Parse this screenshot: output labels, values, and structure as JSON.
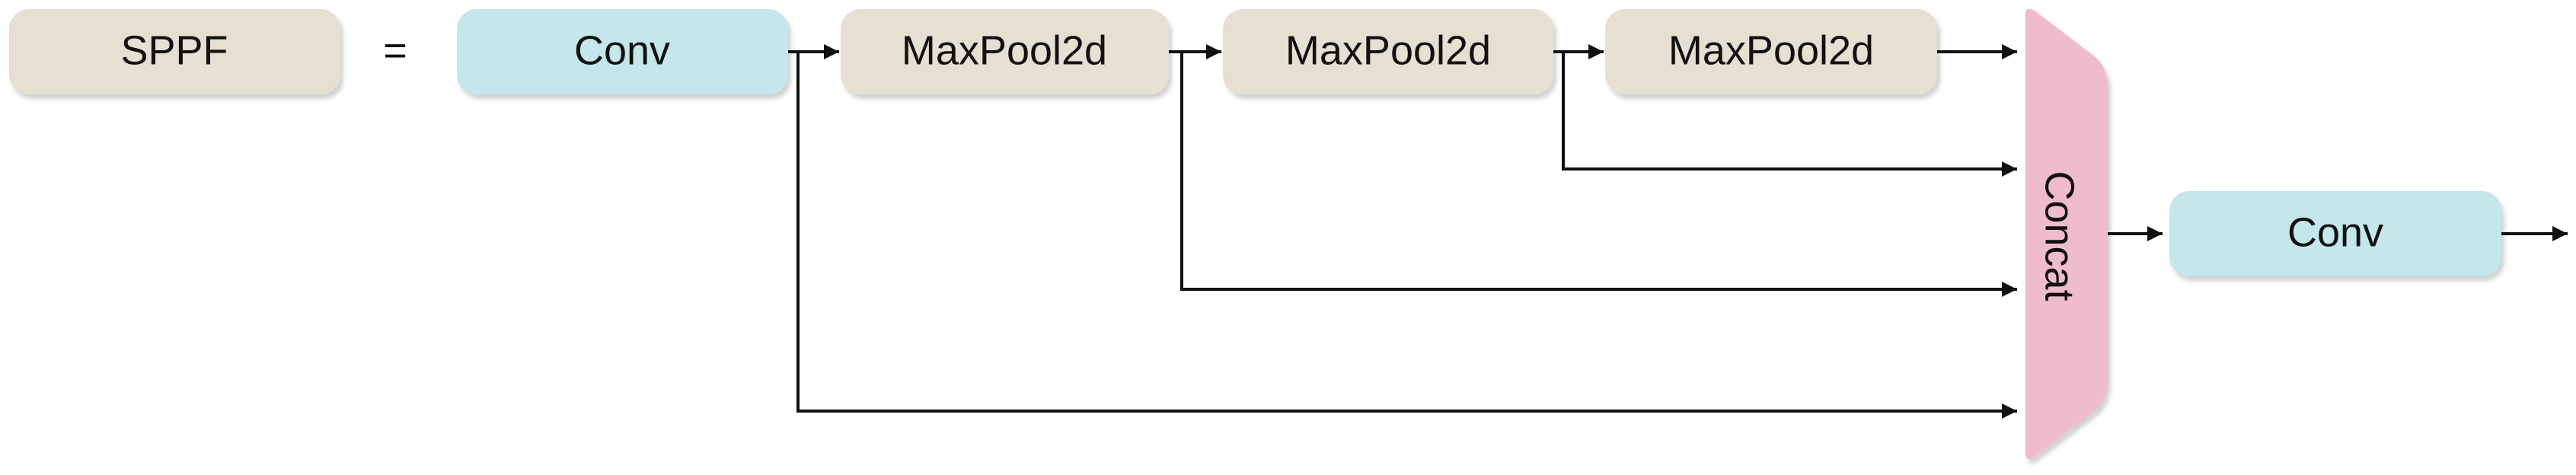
{
  "title_block": {
    "label": "SPPF",
    "equals": "="
  },
  "nodes": {
    "conv_in": "Conv",
    "maxpool_1": "MaxPool2d",
    "maxpool_2": "MaxPool2d",
    "maxpool_3": "MaxPool2d",
    "concat": "Concat",
    "conv_out": "Conv"
  },
  "colors": {
    "sppf_fill": "#e6e0d3",
    "conv_fill": "#c3e7ea",
    "maxpool_fill": "#e6e0d3",
    "concat_fill": "#efbccb",
    "line": "#111111"
  }
}
